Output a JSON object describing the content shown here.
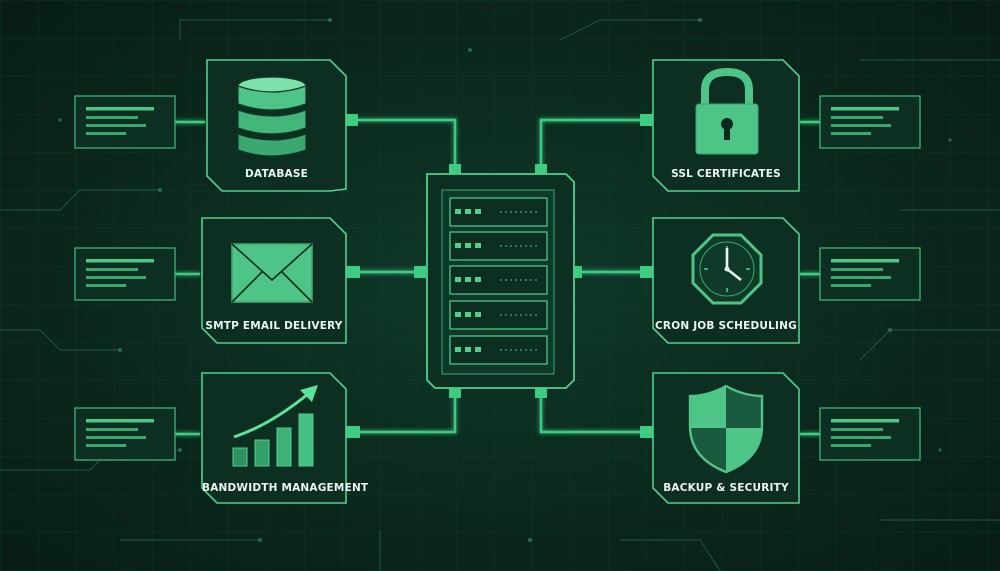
{
  "services": [
    {
      "id": "database",
      "label": "DATABASE",
      "icon": "database-icon"
    },
    {
      "id": "smtp",
      "label": "SMTP EMAIL DELIVERY",
      "icon": "envelope-icon"
    },
    {
      "id": "bandwidth",
      "label": "BANDWIDTH MANAGEMENT",
      "icon": "growth-chart-icon"
    },
    {
      "id": "ssl",
      "label": "SSL CERTIFICATES",
      "icon": "padlock-icon"
    },
    {
      "id": "cron",
      "label": "CRON JOB SCHEDULING",
      "icon": "clock-icon"
    },
    {
      "id": "backup",
      "label": "BACKUP & SECURITY",
      "icon": "shield-icon"
    }
  ],
  "center": {
    "icon": "server-rack-icon",
    "units": 5
  },
  "colors": {
    "background": "#0b2a1f",
    "panel": "#0d2f22",
    "stroke": "#4fd08c",
    "accent": "#3ecb82",
    "text": "#e9f5ee"
  }
}
